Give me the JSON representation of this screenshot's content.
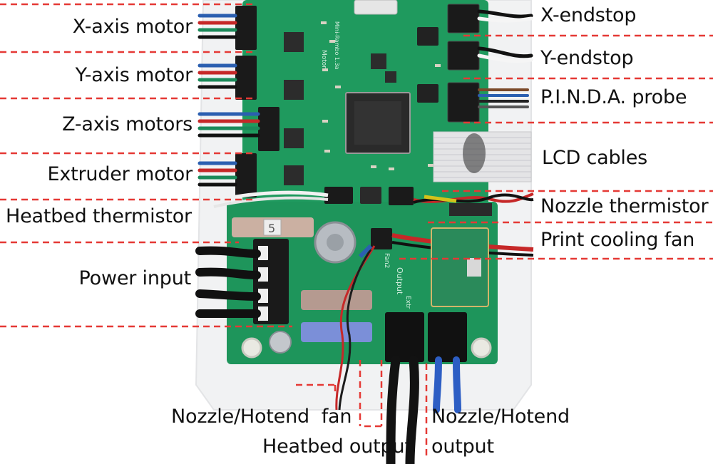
{
  "labels": {
    "x_axis_motor": "X-axis motor",
    "y_axis_motor": "Y-axis motor",
    "z_axis_motors": "Z-axis motors",
    "extruder_motor": "Extruder motor",
    "heatbed_thermistor": "Heatbed thermistor",
    "power_input": "Power input",
    "x_endstop": "X-endstop",
    "y_endstop": "Y-endstop",
    "pinda_probe": "P.I.N.D.A. probe",
    "lcd_cables": "LCD cables",
    "nozzle_thermistor": "Nozzle thermistor",
    "print_cooling_fan": "Print cooling fan",
    "nozzle_hotend_fan": "Nozzle/Hotend  fan",
    "heatbed_output": "Heatbed output",
    "nozzle_hotend_output_line1": "Nozzle/Hotend",
    "nozzle_hotend_output_line2": "output"
  },
  "board": {
    "silkscreen_motor": "Motor",
    "silkscreen_brand": "Mini-Rambo 1.3a",
    "fuse_main": "5",
    "silkscreen_output": "Output",
    "silkscreen_fan2": "Fan2",
    "silkscreen_extr": "Extr"
  },
  "colors": {
    "pcb_green": "#1f9a5e",
    "pcb_dark": "#0f6b40",
    "guide_line": "#e53935",
    "text": "#111111"
  }
}
